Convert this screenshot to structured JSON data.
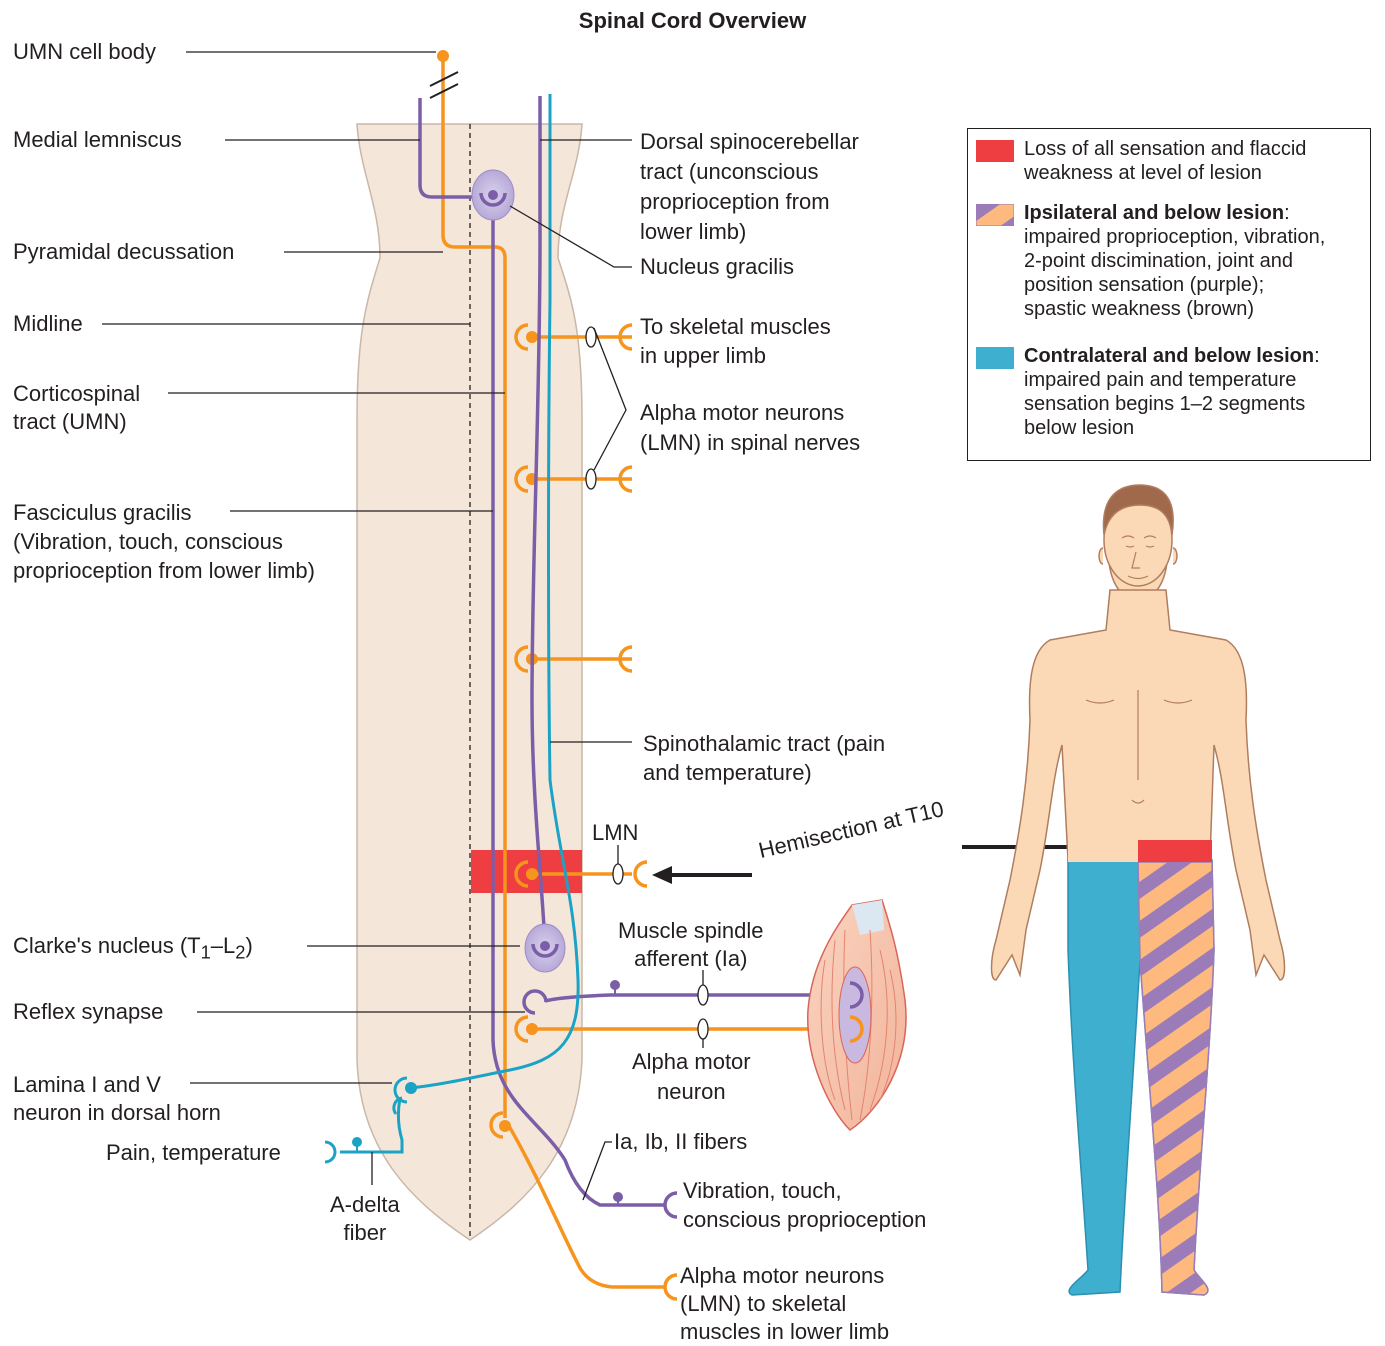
{
  "title": "Spinal Cord Overview",
  "labels": {
    "umn_cell_body": "UMN cell body",
    "medial_lemniscus": "Medial lemniscus",
    "pyramidal_decussation": "Pyramidal decussation",
    "midline": "Midline",
    "corticospinal": [
      "Corticospinal",
      "tract (UMN)"
    ],
    "fasciculus_gracilis": [
      "Fasciculus gracilis",
      "(Vibration, touch, conscious",
      "proprioception from lower limb)"
    ],
    "clarkes_nucleus": [
      "Clarke's nucleus (T",
      "1",
      "–L",
      "2",
      ")"
    ],
    "reflex_synapse": "Reflex synapse",
    "lamina": [
      "Lamina I and V",
      "neuron in dorsal horn"
    ],
    "pain_temperature": "Pain, temperature",
    "a_delta": [
      "A-delta",
      "fiber"
    ],
    "dorsal_spinocerebellar": [
      "Dorsal spinocerebellar",
      "tract (unconscious",
      "proprioception from",
      "lower limb)"
    ],
    "nucleus_gracilis": "Nucleus gracilis",
    "skeletal_upper": [
      "To skeletal muscles",
      "in upper limb"
    ],
    "alpha_spinal": [
      "Alpha motor neurons",
      "(LMN) in spinal nerves"
    ],
    "spinothalamic": [
      "Spinothalamic tract (pain",
      "and temperature)"
    ],
    "lmn": "LMN",
    "hemisection": "Hemisection at T10",
    "muscle_spindle": [
      "Muscle spindle",
      "afferent (Ia)"
    ],
    "alpha_motor_neuron": [
      "Alpha motor",
      "neuron"
    ],
    "fibers": "Ia, Ib, II fibers",
    "vibration": [
      "Vibration, touch,",
      "conscious proprioception"
    ],
    "alpha_lower": [
      "Alpha motor neurons",
      "(LMN) to skeletal",
      "muscles in lower limb"
    ]
  },
  "legend": [
    {
      "swatch": "red",
      "bold": "",
      "text": [
        "Loss of all sensation and flaccid",
        "weakness at level of lesion"
      ]
    },
    {
      "swatch": "striped",
      "bold": "Ipsilateral and below lesion",
      "after_bold": ":",
      "text": [
        "impaired proprioception, vibration,",
        "2-point discimination, joint and",
        "position sensation (purple);",
        "spastic weakness (brown)"
      ]
    },
    {
      "swatch": "blue",
      "bold": "Contralateral and below lesion",
      "after_bold": ":",
      "text": [
        "impaired pain and temperature",
        "sensation begins 1–2 segments",
        "below lesion"
      ]
    }
  ],
  "colors": {
    "cord": "#f5e6da",
    "orange": "#f7941d",
    "purple": "#7b5ea7",
    "cyan": "#1ba3c6",
    "red": "#ef3e42",
    "blue": "#3fafd0",
    "tan": "#fdb97e",
    "skin": "#fcd9b6",
    "hair": "#a0694b"
  }
}
